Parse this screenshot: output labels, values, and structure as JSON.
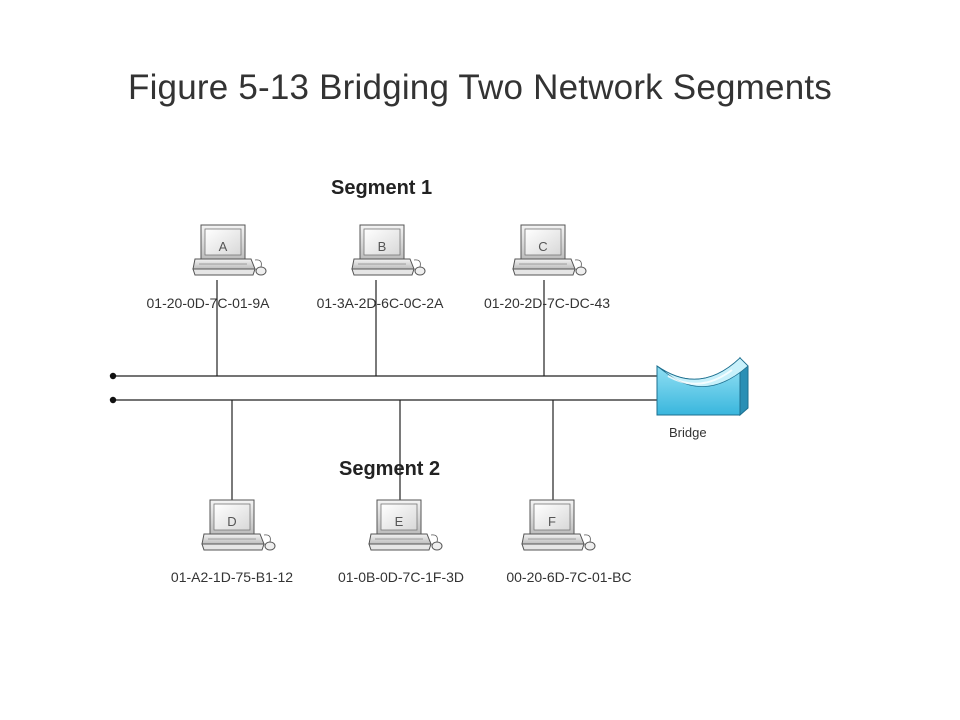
{
  "title": "Figure 5-13 Bridging Two Network Segments",
  "segments": [
    {
      "label": "Segment 1"
    },
    {
      "label": "Segment 2"
    }
  ],
  "bridge": {
    "label": "Bridge",
    "color": "#5ecbe8"
  },
  "hosts": [
    {
      "letter": "A",
      "mac": "01-20-0D-7C-01-9A"
    },
    {
      "letter": "B",
      "mac": "01-3A-2D-6C-0C-2A"
    },
    {
      "letter": "C",
      "mac": "01-20-2D-7C-DC-43"
    },
    {
      "letter": "D",
      "mac": "01-A2-1D-75-B1-12"
    },
    {
      "letter": "E",
      "mac": "01-0B-0D-7C-1F-3D"
    },
    {
      "letter": "F",
      "mac": "00-20-6D-7C-01-BC"
    }
  ],
  "icons": {
    "host": "desktop-computer-icon",
    "bridge": "bridge-icon"
  }
}
